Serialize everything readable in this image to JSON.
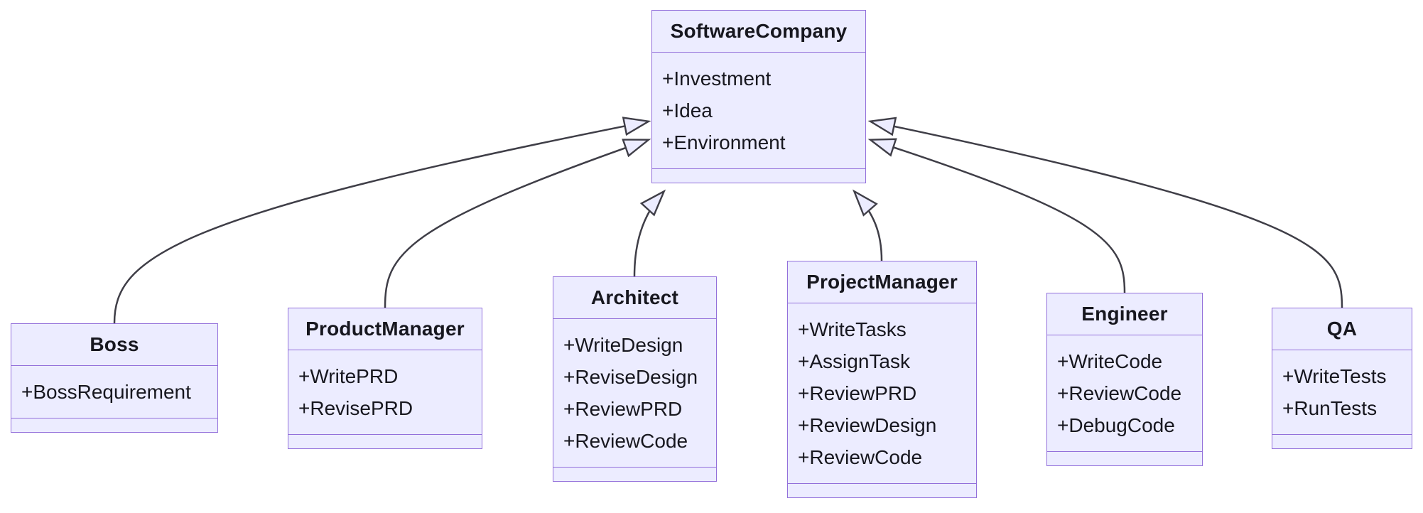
{
  "diagram": {
    "type": "uml-class-diagram",
    "classes": [
      {
        "id": "software-company",
        "name": "SoftwareCompany",
        "attributes": [
          "+Investment",
          "+Idea",
          "+Environment"
        ],
        "methods": []
      },
      {
        "id": "boss",
        "name": "Boss",
        "attributes": [
          "+BossRequirement"
        ],
        "methods": []
      },
      {
        "id": "product-manager",
        "name": "ProductManager",
        "attributes": [
          "+WritePRD",
          "+RevisePRD"
        ],
        "methods": []
      },
      {
        "id": "architect",
        "name": "Architect",
        "attributes": [
          "+WriteDesign",
          "+ReviseDesign",
          "+ReviewPRD",
          "+ReviewCode"
        ],
        "methods": []
      },
      {
        "id": "project-manager",
        "name": "ProjectManager",
        "attributes": [
          "+WriteTasks",
          "+AssignTask",
          "+ReviewPRD",
          "+ReviewDesign",
          "+ReviewCode"
        ],
        "methods": []
      },
      {
        "id": "engineer",
        "name": "Engineer",
        "attributes": [
          "+WriteCode",
          "+ReviewCode",
          "+DebugCode"
        ],
        "methods": []
      },
      {
        "id": "qa",
        "name": "QA",
        "attributes": [
          "+WriteTests",
          "+RunTests"
        ],
        "methods": []
      }
    ],
    "relationships": [
      {
        "from": "Boss",
        "to": "SoftwareCompany",
        "type": "inheritance"
      },
      {
        "from": "ProductManager",
        "to": "SoftwareCompany",
        "type": "inheritance"
      },
      {
        "from": "Architect",
        "to": "SoftwareCompany",
        "type": "inheritance"
      },
      {
        "from": "ProjectManager",
        "to": "SoftwareCompany",
        "type": "inheritance"
      },
      {
        "from": "Engineer",
        "to": "SoftwareCompany",
        "type": "inheritance"
      },
      {
        "from": "QA",
        "to": "SoftwareCompany",
        "type": "inheritance"
      }
    ],
    "colors": {
      "node_fill": "#ECECFF",
      "node_border": "#9370DB",
      "edge_stroke": "#3F3E47",
      "text": "#17171F",
      "background": "#FFFFFF"
    }
  }
}
